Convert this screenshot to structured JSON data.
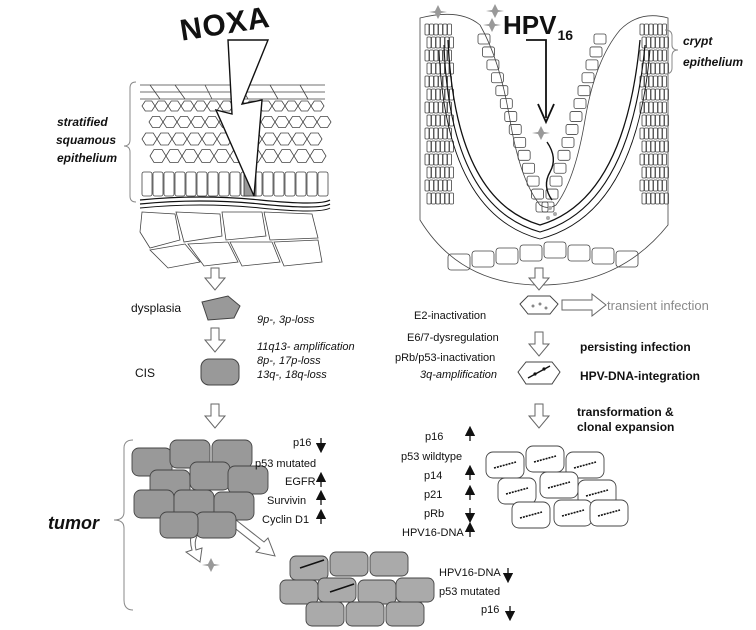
{
  "left": {
    "noxa": "NOXA",
    "tissue_label_lines": [
      "stratified",
      "squamous",
      "epithelium"
    ],
    "dysplasia": "dysplasia",
    "cis": "CIS",
    "loss_1": "9p-, 3p-loss",
    "amp_1": "11q13- amplification",
    "loss_2": "8p-, 17p-loss",
    "loss_3": "13q-, 18q-loss",
    "tumor": "tumor",
    "markers": [
      {
        "name": "p16",
        "dir": "down"
      },
      {
        "name": "p53 mutated",
        "dir": ""
      },
      {
        "name": "EGFR",
        "dir": "up"
      },
      {
        "name": "Survivin",
        "dir": "up"
      },
      {
        "name": "Cyclin D1",
        "dir": "up"
      }
    ],
    "bottom_markers": [
      {
        "name": "HPV16-DNA",
        "dir": "down"
      },
      {
        "name": "p53 mutated",
        "dir": ""
      },
      {
        "name": "p16",
        "dir": "down"
      }
    ]
  },
  "right": {
    "hpv": "HPV",
    "hpv_sub": "16",
    "tissue_label_lines": [
      "crypt",
      "epithelium"
    ],
    "steps": [
      "E2-inactivation",
      "E6/7-dysregulation",
      "pRb/p53-inactivation",
      "3q-amplification"
    ],
    "transient": "transient infection",
    "persisting": "persisting infection",
    "integration": "HPV-DNA-integration",
    "transformation_lines": [
      "transformation &",
      "clonal expansion"
    ],
    "markers": [
      {
        "name": "p16",
        "dir": "up"
      },
      {
        "name": "p53 wildtype",
        "dir": ""
      },
      {
        "name": "p14",
        "dir": "up"
      },
      {
        "name": "p21",
        "dir": "up"
      },
      {
        "name": "pRb",
        "dir": "down"
      },
      {
        "name": "HPV16-DNA",
        "dir": "up"
      }
    ]
  }
}
